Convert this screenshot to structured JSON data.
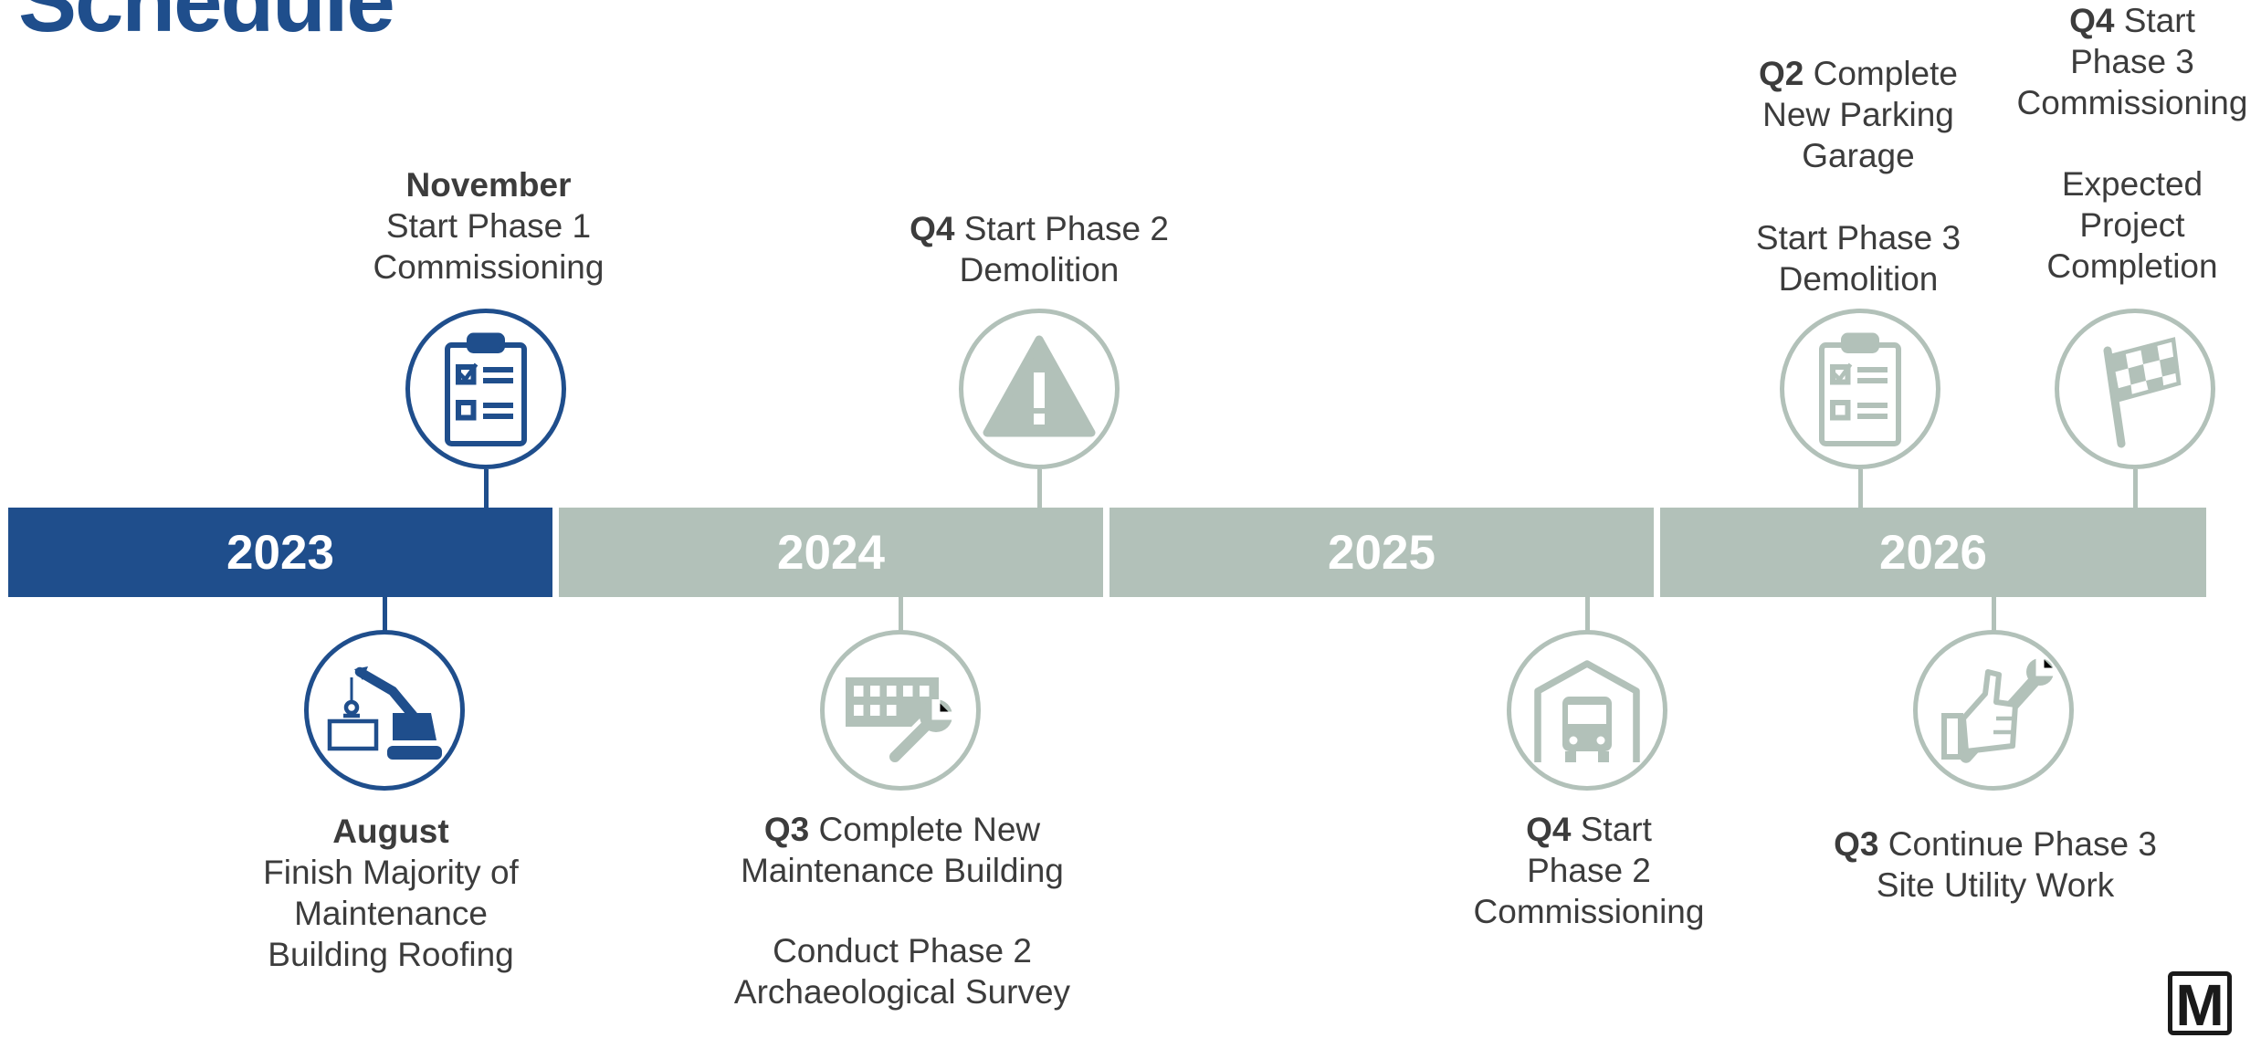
{
  "title": "Schedule",
  "colors": {
    "active": "#1f4e8c",
    "inactive": "#b2c1b9",
    "text": "#3c3c3c"
  },
  "years": [
    "2023",
    "2024",
    "2025",
    "2026"
  ],
  "milestones": {
    "nov2023": {
      "bold": "November",
      "lines": [
        "Start Phase 1",
        "Commissioning"
      ],
      "icon": "clipboard-checklist-icon"
    },
    "aug2023": {
      "bold": "August",
      "lines": [
        "Finish Majority of",
        "Maintenance",
        "Building Roofing"
      ],
      "icon": "crane-excavator-icon"
    },
    "q4_2024": {
      "bold": "Q4",
      "rest": " Start Phase 2",
      "lines": [
        "Demolition"
      ],
      "icon": "warning-icon"
    },
    "q3_2024": {
      "bold": "Q3",
      "rest": " Complete New",
      "lines": [
        "Maintenance Building"
      ],
      "extra": [
        "Conduct Phase 2",
        "Archaeological Survey"
      ],
      "icon": "building-wrench-icon"
    },
    "q4_2025": {
      "bold": "Q4",
      "rest": " Start",
      "lines": [
        "Phase 2",
        "Commissioning"
      ],
      "icon": "bus-garage-icon"
    },
    "q2_2026": {
      "bold": "Q2",
      "rest": " Complete",
      "lines": [
        "New Parking",
        "Garage"
      ],
      "extra": [
        "Start Phase 3",
        "Demolition"
      ],
      "icon": "clipboard-checklist-icon"
    },
    "q3_2026": {
      "bold": "Q3",
      "rest": " Continue Phase 3",
      "lines": [
        "Site Utility Work"
      ],
      "icon": "thumbs-up-wrench-icon"
    },
    "q4_2026": {
      "bold": "Q4",
      "rest": " Start",
      "lines": [
        "Phase 3",
        "Commissioning"
      ],
      "extra": [
        "Expected",
        "Project",
        "Completion"
      ],
      "icon": "checkered-flag-icon"
    }
  },
  "logo": "M"
}
